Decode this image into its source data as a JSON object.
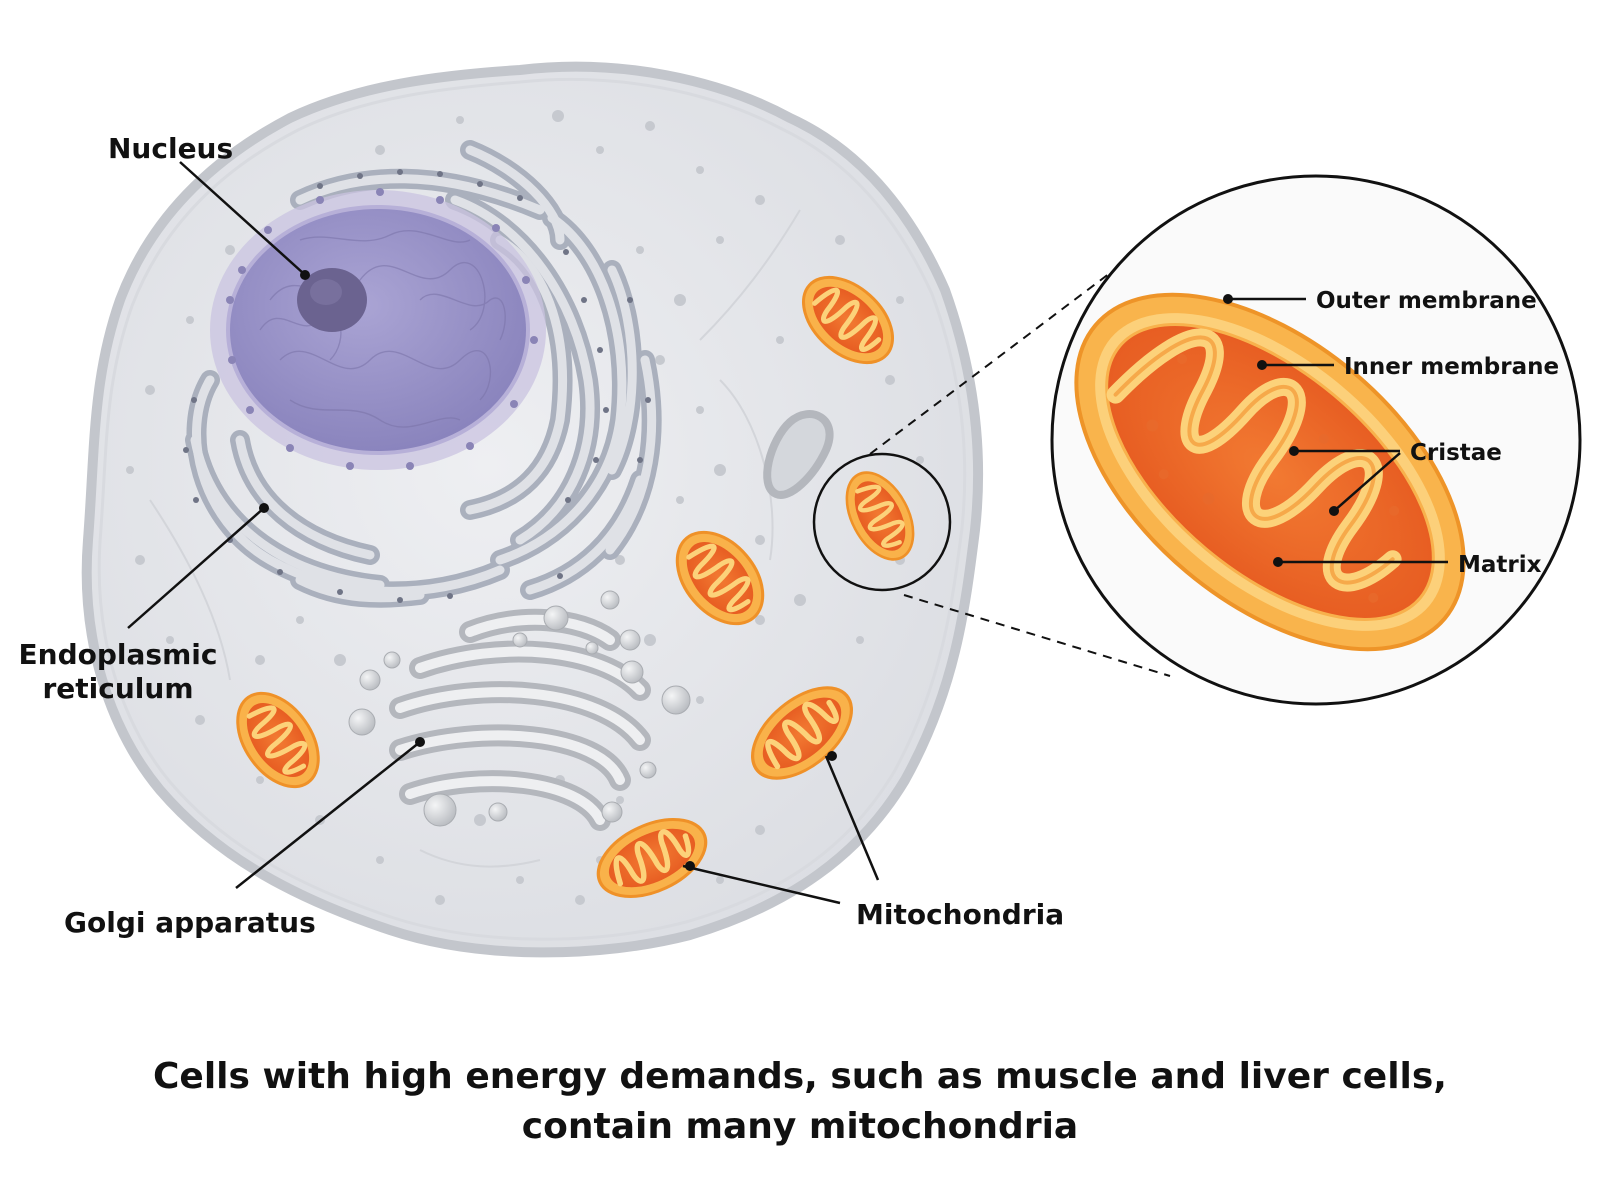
{
  "labels": {
    "nucleus": "Nucleus",
    "er_line1": "Endoplasmic",
    "er_line2": "reticulum",
    "golgi": "Golgi apparatus",
    "mitochondria": "Mitochondria",
    "outer_membrane": "Outer membrane",
    "inner_membrane": "Inner membrane",
    "cristae": "Cristae",
    "matrix": "Matrix"
  },
  "caption": {
    "line1": "Cells with high energy demands, such as muscle and liver cells,",
    "line2": "contain many mitochondria"
  },
  "colors": {
    "cytoplasm": "#e4e5e9",
    "cell_membrane": "#c9cbd1",
    "nucleus": "#9d97c9",
    "nucleolus": "#6b6390",
    "er": "#b7bcc8",
    "golgi": "#c8cacd",
    "mitochondria_outer": "#f7a63a",
    "mitochondria_inner": "#ee6a2a",
    "cristae": "#fbcf6d",
    "leader_line": "#111111"
  }
}
